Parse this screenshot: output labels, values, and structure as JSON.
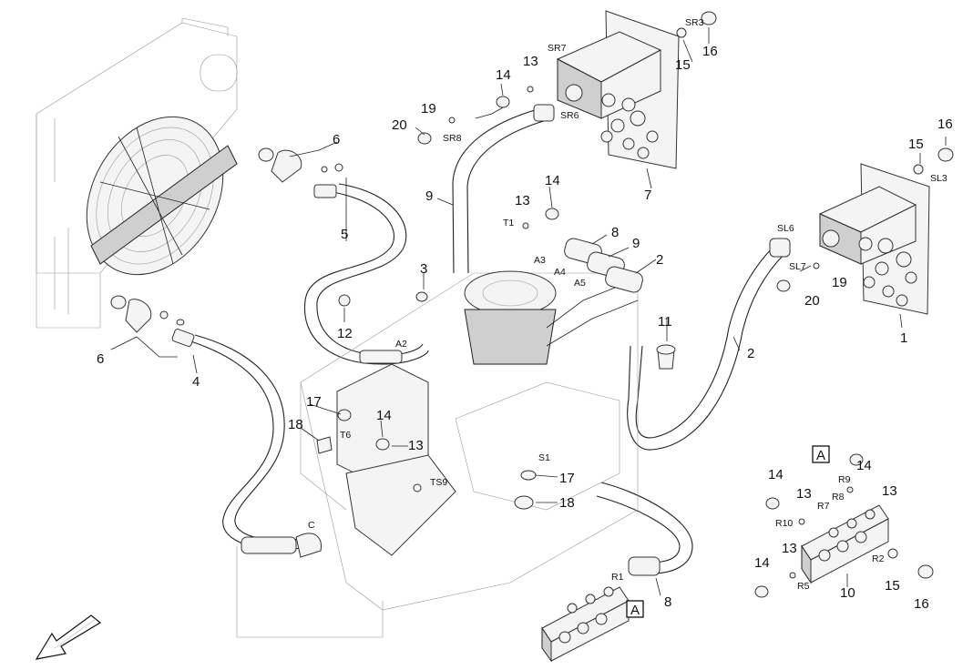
{
  "callouts": {
    "c1": "1",
    "c2a": "2",
    "c2b": "2",
    "c3": "3",
    "c4": "4",
    "c5": "5",
    "c6a": "6",
    "c6b": "6",
    "c7": "7",
    "c8a": "8",
    "c8b": "8",
    "c9a": "9",
    "c9b": "9",
    "c10": "10",
    "c11": "11",
    "c12": "12",
    "c13a": "13",
    "c13b": "13",
    "c13c": "13",
    "c13d": "13",
    "c13e": "13",
    "c13f": "13",
    "c14a": "14",
    "c14b": "14",
    "c14c": "14",
    "c14d": "14",
    "c14e": "14",
    "c14f": "14",
    "c15a": "15",
    "c15b": "15",
    "c15c": "15",
    "c16a": "16",
    "c16b": "16",
    "c16c": "16",
    "c17a": "17",
    "c17b": "17",
    "c18a": "18",
    "c18b": "18",
    "c19a": "19",
    "c19b": "19",
    "c20a": "20",
    "c20b": "20"
  },
  "ports": {
    "SR3": "SR3",
    "SR7": "SR7",
    "SR6": "SR6",
    "SR8": "SR8",
    "SL3": "SL3",
    "SL6": "SL6",
    "SL7": "SL7",
    "T1": "T1",
    "A2": "A2",
    "A3": "A3",
    "A4": "A4",
    "A5": "A5",
    "T6": "T6",
    "TS9": "TS9",
    "S1": "S1",
    "C": "C",
    "R1": "R1",
    "R2": "R2",
    "R5": "R5",
    "R7": "R7",
    "R8": "R8",
    "R9": "R9",
    "R10": "R10"
  },
  "view_markers": {
    "a1": "A",
    "a2": "A"
  },
  "icons": {
    "direction": "arrow-icon"
  }
}
